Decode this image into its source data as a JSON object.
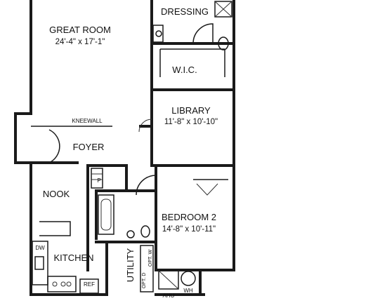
{
  "rooms": {
    "great_room": {
      "name": "GREAT ROOM",
      "dims": "24'-4\" x 17'-1\""
    },
    "dressing": {
      "name": "DRESSING"
    },
    "wic": {
      "name": "W.I.C."
    },
    "library": {
      "name": "LIBRARY",
      "dims": "11'-8\" x 10'-10\""
    },
    "foyer": {
      "name": "FOYER"
    },
    "nook": {
      "name": "NOOK"
    },
    "bedroom2": {
      "name": "BEDROOM 2",
      "dims": "14'-8\" x 10'-11\""
    },
    "kitchen": {
      "name": "KITCHEN"
    },
    "utility": {
      "name": "UTILITY"
    }
  },
  "labels": {
    "kneewall": "KNEEWALL",
    "pantry": "P",
    "dishwasher": "DW",
    "refrigerator": "REF",
    "opt_dryer": "OPT. D",
    "opt_washer": "OPT. W",
    "ahu": "AHU",
    "water_heater": "WH"
  }
}
